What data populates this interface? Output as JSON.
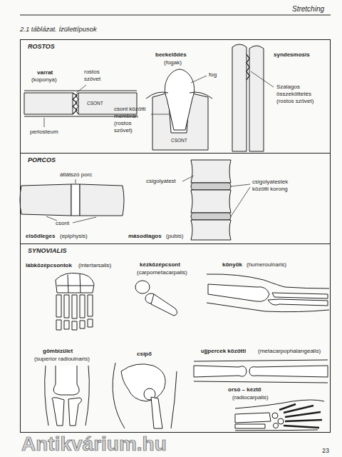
{
  "diagram": {
    "title": "2.1 táblázat. Ízülettípusok",
    "nodes": [
      {
        "text": [
          "ROSTOS"
        ]
      },
      {
        "text": [
          "PORCOS"
        ]
      },
      {
        "text": [
          "SYNOVIALIS"
        ]
      }
    ],
    "labels": [
      "Stretching",
      "varrat",
      "(koponya)",
      "rostos szövet",
      "CSONT",
      "periosteum",
      "beekelődés",
      "(fogak)",
      "fog",
      "CSONT",
      "csont közötti membrán (rostos szövet)",
      "syndesmosis",
      "Szalagos összeköttetés (rostos szövet)",
      "átlátszó porc",
      "csont",
      "elsődleges",
      "(epiphysis)",
      "csigolyatest",
      "csigolyatestek közötti korong",
      "másodlagos",
      "(pubis)",
      "lábközépcsontok",
      "(intertarsalis)",
      "kézközépcsont",
      "(carpometacarpalis)",
      "könyök",
      "(humeroulnaris)",
      "gömbizület",
      "(superior radioulnaris)",
      "csípő",
      "ujjpercek közötti",
      "(metacarpophalangealis)",
      "orsó – kéztő",
      "(radiocarpalis)",
      "Antikvárium.hu",
      "23"
    ]
  }
}
